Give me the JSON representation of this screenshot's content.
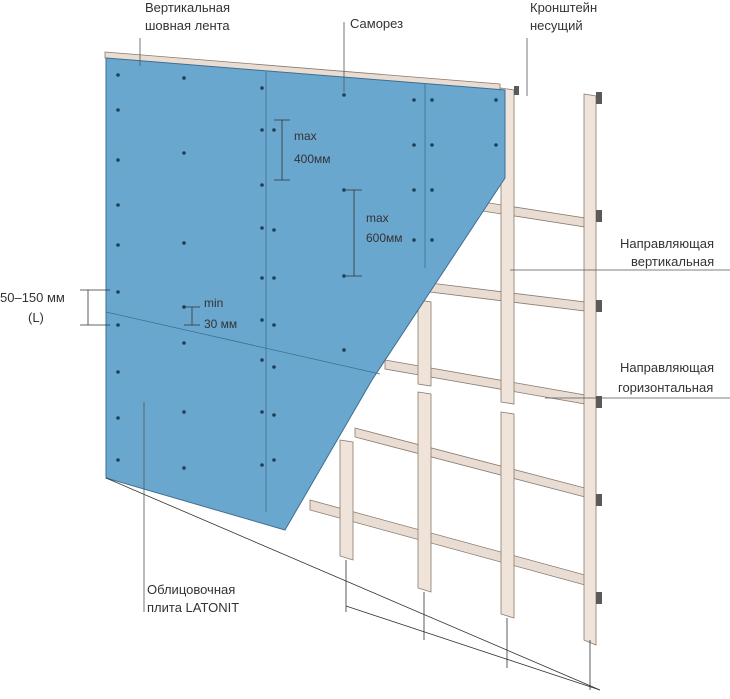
{
  "colors": {
    "panel": "#6aa7cf",
    "profile": "#efe3da",
    "bracket": "#5a5a5a",
    "screw": "#1f3f55"
  },
  "labels": {
    "vertical_seam_tape": [
      "Вертикальная",
      "шовная лента"
    ],
    "screw": "Саморез",
    "bearing_bracket": [
      "Кронштейн",
      "несущий"
    ],
    "vertical_guide": [
      "Направляющая",
      "вертикальная"
    ],
    "horizontal_guide": [
      "Направляющая",
      "горизонтальная"
    ],
    "facing_panel": [
      "Облицовочная",
      "плита LATONIT"
    ],
    "edge_distance": [
      "50–150 мм",
      "(L)"
    ],
    "max_400": [
      "max",
      "400мм"
    ],
    "max_600": [
      "max",
      "600мм"
    ],
    "min_30": [
      "min",
      "30 мм"
    ]
  }
}
